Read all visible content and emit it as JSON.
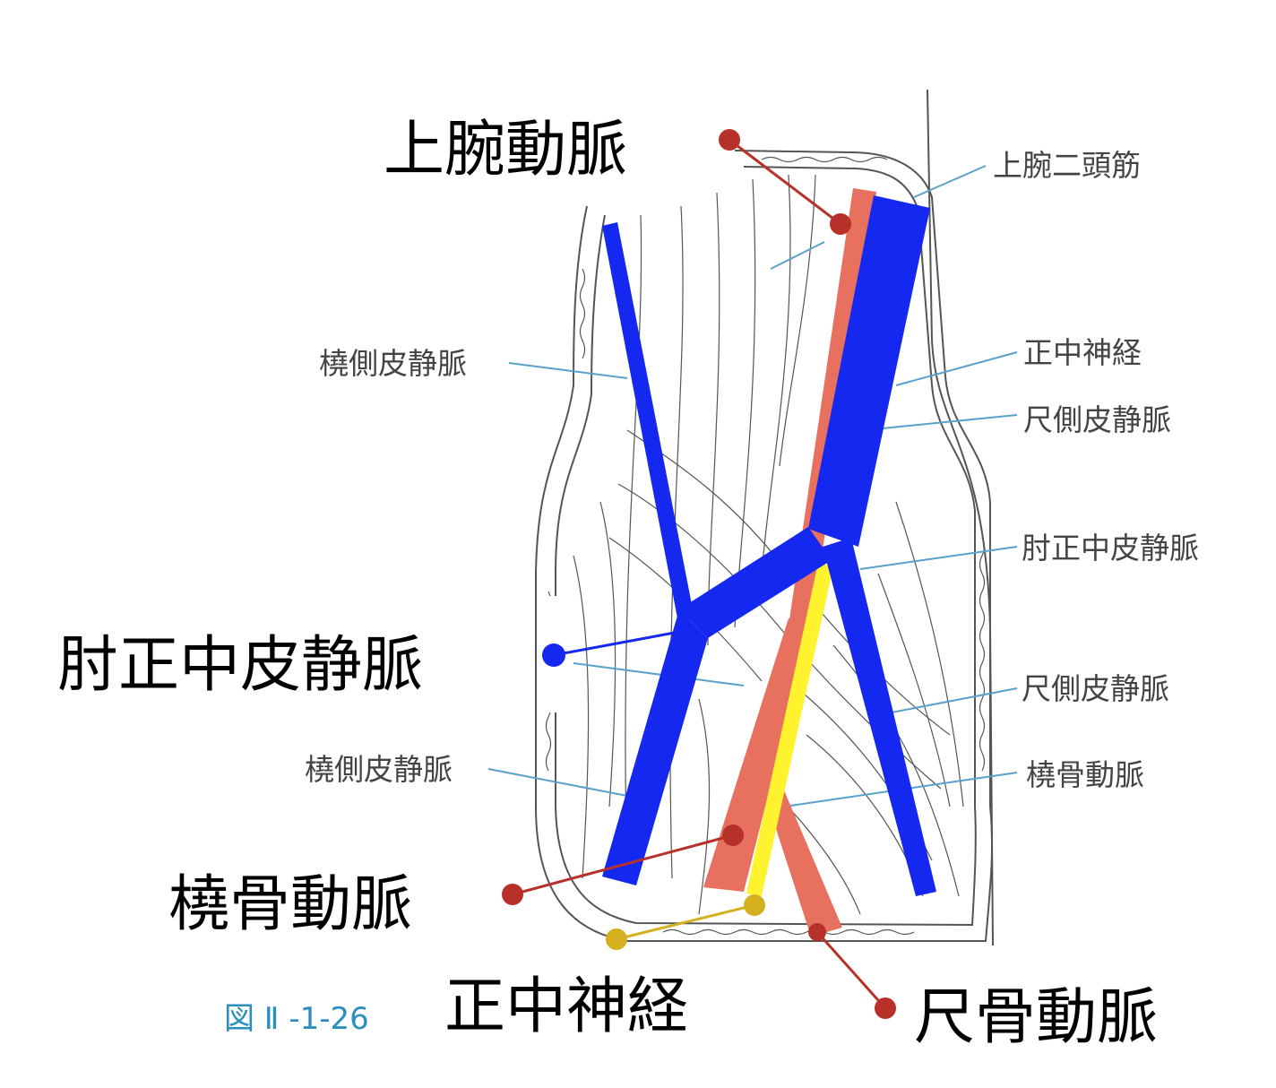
{
  "labels": {
    "brachial_artery": "上腕動脈",
    "median_cubital_vein": "肘正中皮静脈",
    "radial_artery": "橈骨動脈",
    "median_nerve": "正中神経",
    "ulnar_artery": "尺骨動脈"
  },
  "illustration_labels": {
    "biceps": "上腕二頭筋",
    "cephalic_vein_upper": "橈側皮静脈",
    "median_nerve": "正中神経",
    "basilic_vein_upper": "尺側皮静脈",
    "median_cubital_vein": "肘正中皮静脈",
    "basilic_vein_lower": "尺側皮静脈",
    "cephalic_vein_lower": "橈側皮静脈",
    "radial_artery": "橈骨動脈"
  },
  "figure_caption": "図 Ⅱ -1-26",
  "colors": {
    "vein": "#1428f0",
    "artery": "#e8705e",
    "nerve": "#fff22e",
    "artery_pointer": "#b8302a",
    "nerve_pointer": "#d4b020",
    "vein_pointer": "#1428f0",
    "leader_line": "#5aa0cc",
    "sketch_line": "#555555"
  }
}
